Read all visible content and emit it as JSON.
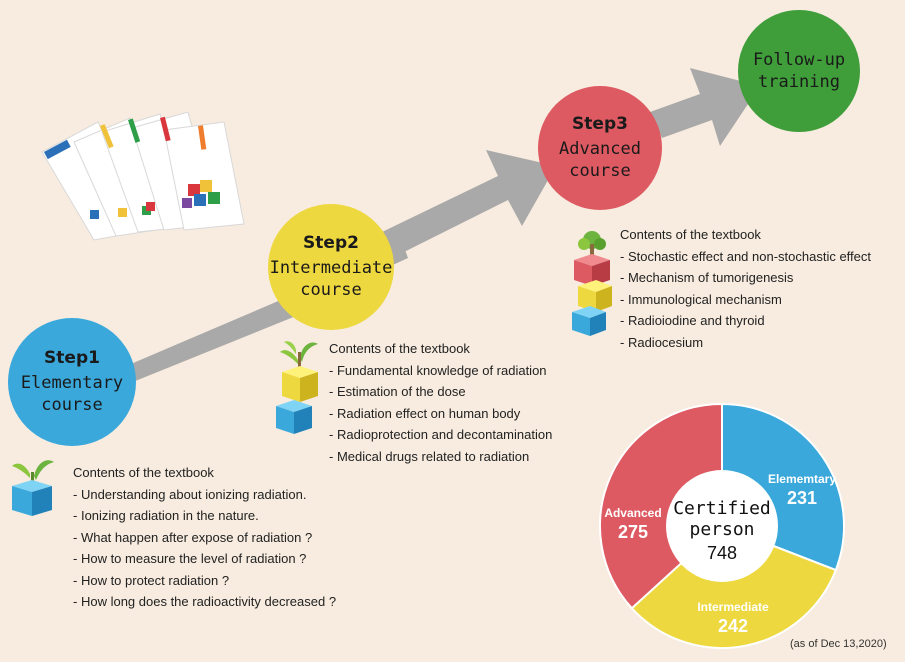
{
  "steps": [
    {
      "step": "Step1",
      "course": "Elementary\ncourse",
      "color": "#3aa8db"
    },
    {
      "step": "Step2",
      "course": "Intermediate\ncourse",
      "color": "#eed83f"
    },
    {
      "step": "Step3",
      "course": "Advanced\ncourse",
      "color": "#de5a62"
    }
  ],
  "followup": {
    "label": "Follow-up\ntraining",
    "color": "#3f9e3a"
  },
  "contents": {
    "step1": {
      "title": "Contents of the textbook",
      "items": [
        "Understanding about ionizing radiation.",
        "Ionizing radiation in the nature.",
        "What happen after expose of radiation ?",
        "How to measure the level of radiation ?",
        "How to protect radiation ?",
        "How long does the radioactivity decreased ?"
      ]
    },
    "step2": {
      "title": "Contents of the textbook",
      "items": [
        "Fundamental knowledge of radiation",
        "Estimation of the dose",
        "Radiation effect on human body",
        "Radioprotection and decontamination",
        "Medical drugs related to radiation"
      ]
    },
    "step3": {
      "title": "Contents of the textbook",
      "items": [
        "Stochastic effect and non-stochastic effect",
        "Mechanism of tumorigenesis",
        "Immunological mechanism",
        "Radioiodine and thyroid",
        "Radiocesium"
      ]
    }
  },
  "donut": {
    "center_line1": "Certified",
    "center_line2": "person",
    "total": "748",
    "segments": [
      {
        "name": "Elememtary",
        "value": 231,
        "color": "#3aa8db"
      },
      {
        "name": "Intermediate",
        "value": 242,
        "color": "#eed83f"
      },
      {
        "name": "Advanced",
        "value": 275,
        "color": "#de5a62"
      }
    ],
    "note": "(as of Dec 13,2020)"
  }
}
